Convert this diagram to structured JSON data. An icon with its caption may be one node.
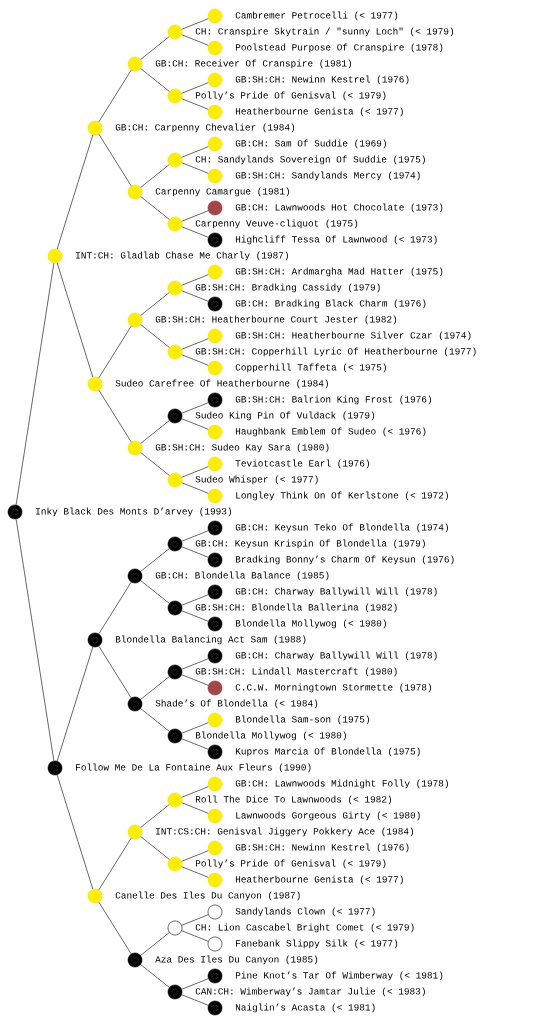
{
  "diagram": {
    "nodes": [
      {
        "text": [],
        "shape": "circle"
      },
      {
        "text": [],
        "shape": "circle"
      },
      {
        "text": [],
        "shape": "circle"
      },
      {
        "text": [],
        "shape": "circle"
      },
      {
        "text": [],
        "shape": "circle"
      },
      {
        "text": [],
        "shape": "circle"
      },
      {
        "text": [],
        "shape": "circle"
      },
      {
        "text": [],
        "shape": "circle"
      },
      {
        "text": [],
        "shape": "circle"
      },
      {
        "text": [],
        "shape": "circle"
      },
      {
        "text": [],
        "shape": "circle"
      },
      {
        "text": [],
        "shape": "circle"
      },
      {
        "text": [],
        "shape": "circle"
      },
      {
        "text": [],
        "shape": "circle"
      },
      {
        "text": [],
        "shape": "circle"
      },
      {
        "text": [],
        "shape": "circle"
      },
      {
        "text": [],
        "shape": "circle"
      },
      {
        "text": [],
        "shape": "circle"
      },
      {
        "text": [],
        "shape": "circle"
      },
      {
        "text": [],
        "shape": "circle"
      },
      {
        "text": [],
        "shape": "circle"
      },
      {
        "text": [],
        "shape": "circle"
      },
      {
        "text": [],
        "shape": "circle"
      },
      {
        "text": [],
        "shape": "circle"
      },
      {
        "text": [],
        "shape": "circle"
      },
      {
        "text": [],
        "shape": "circle"
      },
      {
        "text": [],
        "shape": "circle"
      },
      {
        "text": [],
        "shape": "circle"
      },
      {
        "text": [],
        "shape": "circle"
      },
      {
        "text": [],
        "shape": "circle"
      },
      {
        "text": [],
        "shape": "circle"
      },
      {
        "text": [],
        "shape": "circle"
      },
      {
        "text": [],
        "shape": "circle"
      },
      {
        "text": [],
        "shape": "circle"
      },
      {
        "text": [],
        "shape": "circle"
      },
      {
        "text": [],
        "shape": "circle"
      },
      {
        "text": [],
        "shape": "circle"
      },
      {
        "text": [],
        "shape": "circle"
      },
      {
        "text": [],
        "shape": "circle"
      },
      {
        "text": [],
        "shape": "circle"
      },
      {
        "text": [],
        "shape": "circle"
      },
      {
        "text": [],
        "shape": "circle"
      },
      {
        "text": [],
        "shape": "circle"
      },
      {
        "text": [],
        "shape": "circle"
      },
      {
        "text": [],
        "shape": "circle"
      },
      {
        "text": [],
        "shape": "circle"
      },
      {
        "text": [],
        "shape": "circle"
      },
      {
        "text": [],
        "shape": "circle"
      },
      {
        "text": [],
        "shape": "circle"
      },
      {
        "text": [],
        "shape": "circle"
      },
      {
        "text": [],
        "shape": "circle"
      },
      {
        "text": [],
        "shape": "circle"
      },
      {
        "text": [],
        "shape": "circle"
      },
      {
        "text": [],
        "shape": "circle"
      },
      {
        "text": [],
        "shape": "circle"
      },
      {
        "text": [],
        "shape": "circle"
      },
      {
        "text": [],
        "shape": "circle"
      },
      {
        "text": [],
        "shape": "circle"
      },
      {
        "text": [],
        "shape": "circle"
      },
      {
        "text": [],
        "shape": "circle"
      },
      {
        "text": [],
        "shape": "circle"
      },
      {
        "text": [],
        "shape": "circle"
      },
      {
        "text": [],
        "shape": "circle"
      }
    ],
    "edges": [
      {
        "from": 1,
        "to": 0,
        "arrow": "none"
      },
      {
        "from": 3,
        "to": 1,
        "arrow": "none"
      },
      {
        "from": 1,
        "to": 2,
        "arrow": "none"
      },
      {
        "from": 7,
        "to": 3,
        "arrow": "none"
      },
      {
        "from": 5,
        "to": 4,
        "arrow": "none"
      },
      {
        "from": 3,
        "to": 5,
        "arrow": "none"
      },
      {
        "from": 5,
        "to": 6,
        "arrow": "none"
      },
      {
        "from": 15,
        "to": 7,
        "arrow": "none"
      },
      {
        "from": 9,
        "to": 8,
        "arrow": "none"
      },
      {
        "from": 11,
        "to": 9,
        "arrow": "none"
      },
      {
        "from": 9,
        "to": 10,
        "arrow": "none"
      },
      {
        "from": 7,
        "to": 11,
        "arrow": "none"
      },
      {
        "from": 13,
        "to": 12,
        "arrow": "none"
      },
      {
        "from": 11,
        "to": 13,
        "arrow": "none"
      },
      {
        "from": 13,
        "to": 14,
        "arrow": "none"
      },
      {
        "from": 31,
        "to": 15,
        "arrow": "none"
      },
      {
        "from": 17,
        "to": 16,
        "arrow": "none"
      },
      {
        "from": 19,
        "to": 17,
        "arrow": "none"
      },
      {
        "from": 17,
        "to": 18,
        "arrow": "none"
      },
      {
        "from": 23,
        "to": 19,
        "arrow": "none"
      },
      {
        "from": 21,
        "to": 20,
        "arrow": "none"
      },
      {
        "from": 19,
        "to": 21,
        "arrow": "none"
      },
      {
        "from": 21,
        "to": 22,
        "arrow": "none"
      },
      {
        "from": 15,
        "to": 23,
        "arrow": "none"
      },
      {
        "from": 25,
        "to": 24,
        "arrow": "none"
      },
      {
        "from": 27,
        "to": 25,
        "arrow": "none"
      },
      {
        "from": 25,
        "to": 26,
        "arrow": "none"
      },
      {
        "from": 23,
        "to": 27,
        "arrow": "none"
      },
      {
        "from": 29,
        "to": 28,
        "arrow": "none"
      },
      {
        "from": 27,
        "to": 29,
        "arrow": "none"
      },
      {
        "from": 29,
        "to": 30,
        "arrow": "none"
      },
      {
        "from": 33,
        "to": 32,
        "arrow": "none"
      },
      {
        "from": 35,
        "to": 33,
        "arrow": "none"
      },
      {
        "from": 33,
        "to": 34,
        "arrow": "none"
      },
      {
        "from": 39,
        "to": 35,
        "arrow": "none"
      },
      {
        "from": 37,
        "to": 36,
        "arrow": "none"
      },
      {
        "from": 35,
        "to": 37,
        "arrow": "none"
      },
      {
        "from": 37,
        "to": 38,
        "arrow": "none"
      },
      {
        "from": 47,
        "to": 39,
        "arrow": "none"
      },
      {
        "from": 41,
        "to": 40,
        "arrow": "none"
      },
      {
        "from": 43,
        "to": 41,
        "arrow": "none"
      },
      {
        "from": 41,
        "to": 42,
        "arrow": "none"
      },
      {
        "from": 39,
        "to": 43,
        "arrow": "none"
      },
      {
        "from": 45,
        "to": 44,
        "arrow": "none"
      },
      {
        "from": 43,
        "to": 45,
        "arrow": "none"
      },
      {
        "from": 45,
        "to": 46,
        "arrow": "none"
      },
      {
        "from": 31,
        "to": 47,
        "arrow": "none"
      },
      {
        "from": 49,
        "to": 48,
        "arrow": "none"
      },
      {
        "from": 51,
        "to": 49,
        "arrow": "none"
      },
      {
        "from": 49,
        "to": 50,
        "arrow": "none"
      },
      {
        "from": 55,
        "to": 51,
        "arrow": "none"
      },
      {
        "from": 53,
        "to": 52,
        "arrow": "none"
      },
      {
        "from": 51,
        "to": 53,
        "arrow": "none"
      },
      {
        "from": 53,
        "to": 54,
        "arrow": "none"
      },
      {
        "from": 47,
        "to": 55,
        "arrow": "none"
      },
      {
        "from": 57,
        "to": 56,
        "arrow": "none"
      },
      {
        "from": 59,
        "to": 57,
        "arrow": "none"
      },
      {
        "from": 57,
        "to": 58,
        "arrow": "none"
      },
      {
        "from": 55,
        "to": 59,
        "arrow": "none"
      },
      {
        "from": 61,
        "to": 60,
        "arrow": "none"
      },
      {
        "from": 59,
        "to": 61,
        "arrow": "none"
      },
      {
        "from": 61,
        "to": 62,
        "arrow": "none"
      }
    ],
    "labels": [
      "Cambremer Petrocelli (< 1977)",
      "CH: Cranspire Skytrain / \"sunny Loch\" (< 1979)",
      "Poolstead Purpose Of Cranspire (1978)",
      "GB:CH: Receiver Of Cranspire (1981)",
      "GB:SH:CH: Newinn Kestrel (1976)",
      "Polly’s Pride Of Genisval (< 1979)",
      "Heatherbourne Genista (< 1977)",
      "GB:CH: Carpenny Chevalier (1984)",
      "GB:CH: Sam Of Suddie (1969)",
      "CH: Sandylands Sovereign Of Suddie (1975)",
      "GB:SH:CH: Sandylands Mercy (1974)",
      "Carpenny Camargue (1981)",
      "GB:CH: Lawnwoods Hot Chocolate (1973)",
      "Carpenny Veuve-cliquot (1975)",
      "Highcliff Tessa Of Lawnwood (< 1973)",
      "INT:CH: Gladlab Chase Me Charly (1987)",
      "GB:SH:CH: Ardmargha Mad Hatter (1975)",
      "GB:SH:CH: Bradking Cassidy (1979)",
      "GB:CH: Bradking Black Charm  (1976)",
      "GB:SH:CH: Heatherbourne Court Jester (1982)",
      "GB:SH:CH: Heatherbourne Silver Czar (1974)",
      "GB:SH:CH: Copperhill Lyric Of Heatherbourne (1977)",
      "Copperhill Taffeta (< 1975)",
      "Sudeo Carefree Of Heatherbourne (1984)",
      "GB:SH:CH: Balrion King Frost (1976)",
      "Sudeo King Pin Of Vuldack (1979)",
      "Haughbank Emblem Of Sudeo (< 1976)",
      "GB:SH:CH: Sudeo Kay Sara (1980)",
      "Teviotcastle Earl (1976)",
      "Sudeo Whisper (< 1977)",
      "Longley Think On Of Kerlstone (< 1972)",
      "Inky Black Des Monts D’arvey (1993)",
      "GB:CH: Keysun Teko Of Blondella (1974)",
      "GB:CH: Keysun Krispin Of Blondella (1979)",
      "Bradking Bonny’s Charm Of Keysun (1976)",
      "GB:CH: Blondella Balance (1985)",
      "GB:CH: Charway Ballywill Will (1978)",
      "GB:SH:CH: Blondella Ballerina (1982)",
      "Blondella Mollywog (< 1980)",
      "Blondella Balancing Act Sam (1988)",
      "GB:CH: Charway Ballywill Will (1978)",
      "GB:SH:CH: Lindall Mastercraft (1980)",
      "C.C.W. Morningtown Stormette (1978)",
      "Shade’s Of Blondella (< 1984)",
      "Blondella Sam-son (1975)",
      "Blondella Mollywog (< 1980)",
      "Kupros Marcia Of Blondella (1975)",
      "Follow Me De La Fontaine Aux Fleurs (1990)",
      "GB:CH: Lawnwoods Midnight Folly (1978)",
      "Roll The Dice To Lawnwoods (< 1982)",
      "Lawnwoods Gorgeous Girty (< 1980)",
      "INT:CS:CH: Genisval Jiggery Pokkery Ace (1984)",
      "GB:SH:CH: Newinn Kestrel (1976)",
      "Polly’s Pride Of Genisval (< 1979)",
      "Heatherbourne Genista (< 1977)",
      "Canelle Des Iles Du Canyon (1987)",
      "Sandylands Clown (< 1977)",
      "CH: Lion Cascabel Bright Comet (< 1979)",
      "Fanebank Slippy Silk (< 1977)",
      "Aza Des Iles Du Canyon (1985)",
      "Pine Knot’s Tar Of Wimberway (< 1981)",
      "CAN:CH: Wimberway’s Jamtar Julie (< 1983)",
      "Naiglin’s Acasta (< 1981)"
    ]
  }
}
